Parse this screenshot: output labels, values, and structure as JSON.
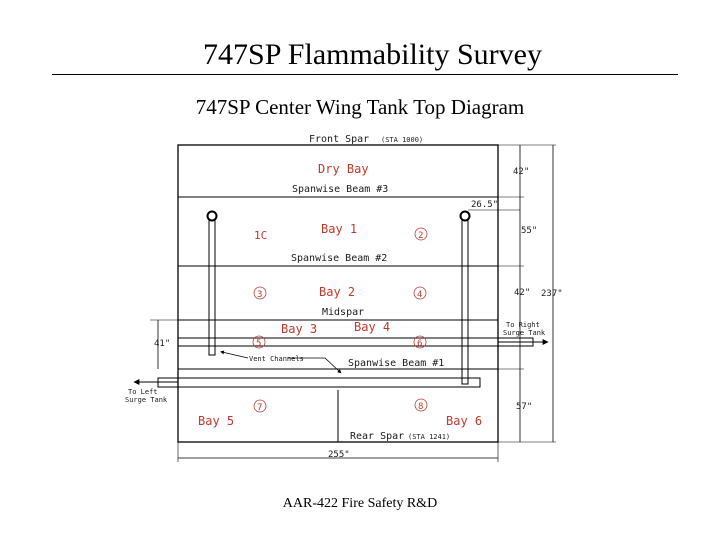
{
  "slide": {
    "title": "747SP Flammability Survey",
    "subtitle": "747SP Center Wing Tank Top Diagram",
    "footer": "AAR-422 Fire Safety R&D"
  },
  "diagram": {
    "top_labels": {
      "front_spar": "Front Spar",
      "front_spar_sta": "(STA 1000)"
    },
    "bays": {
      "dry_bay": "Dry Bay",
      "bay1": "Bay 1",
      "bay2": "Bay 2",
      "bay3": "Bay 3",
      "bay4": "Bay 4",
      "bay5": "Bay 5",
      "bay6": "Bay 6"
    },
    "beams": {
      "spanwise3": "Spanwise Beam #3",
      "spanwise2": "Spanwise Beam #2",
      "midspar": "Midspar",
      "spanwise1": "Spanwise Beam #1",
      "rear_spar": "Rear Spar",
      "rear_spar_sta": "(STA 1241)"
    },
    "circles": {
      "c1": "1C",
      "c2": "2",
      "c3": "3",
      "c4": "4",
      "c5": "5",
      "c6": "6",
      "c7": "7",
      "c8": "8"
    },
    "dimensions": {
      "d42_top": "42\"",
      "d265": "26.5\"",
      "d55": "55\"",
      "d42_mid": "42\"",
      "d237": "237\"",
      "d57": "57\"",
      "d41": "41\"",
      "d255": "255\""
    },
    "callouts": {
      "vent_channels": "Vent Channels",
      "to_right_line1": "To Right",
      "to_right_line2": "Surge Tank",
      "to_left_line1": "To Left",
      "to_left_line2": "Surge Tank"
    }
  }
}
